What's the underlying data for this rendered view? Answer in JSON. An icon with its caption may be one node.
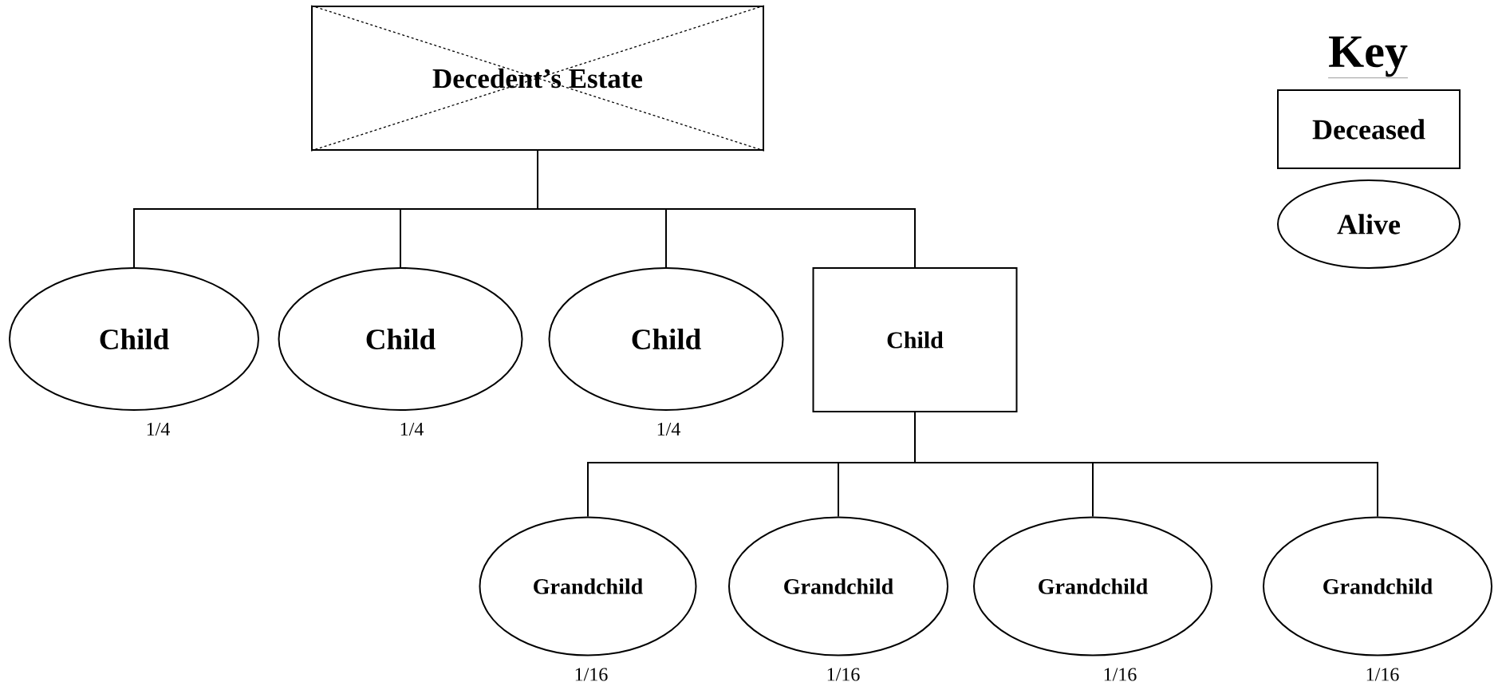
{
  "diagram": {
    "nodes": [
      {
        "text": [
          "Decedent’s Estate"
        ]
      },
      {
        "text": [
          "Child"
        ],
        "beside": [
          "1/4"
        ]
      },
      {
        "text": [
          "Child"
        ],
        "beside": [
          "1/4"
        ]
      },
      {
        "text": [
          "Child"
        ],
        "beside": [
          "1/4"
        ]
      },
      {
        "text": [
          "Child"
        ]
      },
      {
        "text": [
          "Grandchild"
        ],
        "beside": [
          "1/16"
        ]
      },
      {
        "text": [
          "Grandchild"
        ],
        "beside": [
          "1/16"
        ]
      },
      {
        "text": [
          "Grandchild"
        ],
        "beside": [
          "1/16"
        ]
      },
      {
        "text": [
          "Grandchild"
        ],
        "beside": [
          "1/16"
        ]
      }
    ],
    "edges": [
      {
        "from": 0,
        "to": 1,
        "arrow": "none"
      },
      {
        "from": 0,
        "to": 2,
        "arrow": "none"
      },
      {
        "from": 0,
        "to": 3,
        "arrow": "none"
      },
      {
        "from": 0,
        "to": 4,
        "arrow": "none"
      },
      {
        "from": 4,
        "to": 5,
        "arrow": "none"
      },
      {
        "from": 4,
        "to": 6,
        "arrow": "none"
      },
      {
        "from": 4,
        "to": 7,
        "arrow": "none"
      },
      {
        "from": 4,
        "to": 8,
        "arrow": "none"
      }
    ],
    "labels": [
      "Key"
    ],
    "legend": [
      {
        "text": "Deceased"
      },
      {
        "text": "Alive"
      }
    ]
  }
}
